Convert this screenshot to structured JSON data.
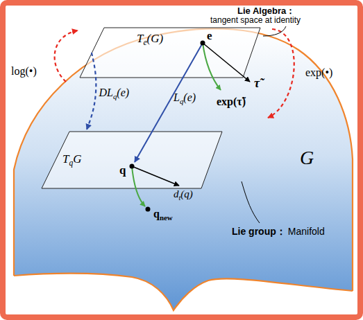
{
  "diagram": {
    "nodes": [
      {
        "text": [
          "Te(G)"
        ]
      },
      {
        "text": [
          "TqG"
        ]
      }
    ],
    "edges": [
      {
        "from": 0,
        "to": 1,
        "arrow": "to",
        "label": "DLq(e)"
      }
    ],
    "labels": [
      "Lie Algebra：",
      "tangent space at identity",
      "e",
      "τ̃",
      "exp(τ̃)",
      "Lq(e)",
      "log(•)",
      "exp(•)",
      "q",
      "dt(q)",
      "qnew",
      "G",
      "Lie group：",
      "Manifold"
    ]
  }
}
